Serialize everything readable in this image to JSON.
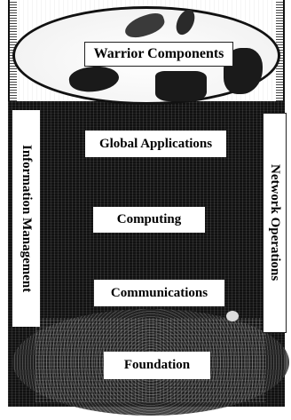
{
  "diagram": {
    "layers": {
      "warrior": "Warrior Components",
      "global": "Global Applications",
      "computing": "Computing",
      "communications": "Communications",
      "foundation": "Foundation"
    },
    "side_labels": {
      "left": "Information Management",
      "right": "Network Operations"
    }
  },
  "colors": {
    "background": "#ffffff",
    "structure": "#111111",
    "label_fill": "#ffffff",
    "text": "#000000"
  }
}
